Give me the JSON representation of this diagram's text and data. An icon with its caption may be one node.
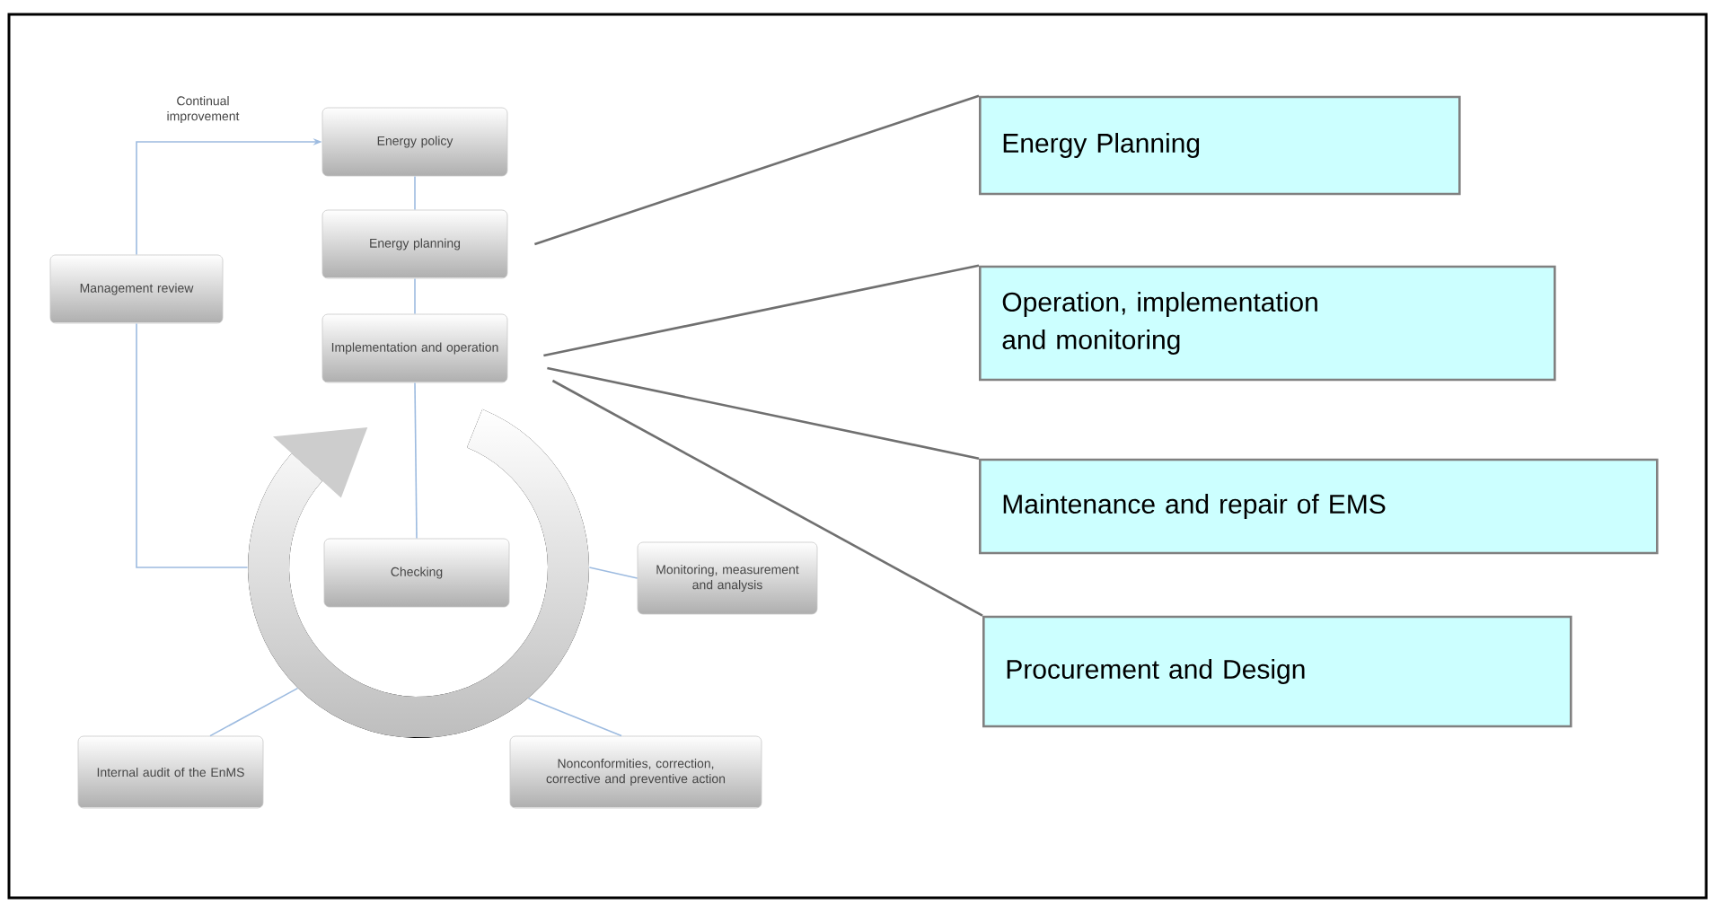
{
  "diagram": {
    "nodes": [
      {
        "text": [
          "Energy policy"
        ]
      },
      {
        "text": [
          "Energy planning"
        ]
      },
      {
        "text": [
          "Implementation and operation"
        ]
      },
      {
        "text": [
          "Management review"
        ]
      },
      {
        "text": [],
        "shape": "circle"
      },
      {
        "text": [
          "Checking"
        ],
        "in": 4
      },
      {
        "text": [
          "Monitoring, measurement and analysis"
        ]
      },
      {
        "text": [
          "Internal audit of the EnMS"
        ]
      },
      {
        "text": [
          "Nonconformities, correction, corrective and preventive action"
        ]
      },
      {
        "text": [
          "Energy Planning"
        ]
      },
      {
        "text": [
          "Operation, implementation and monitoring"
        ]
      },
      {
        "text": [
          "Maintenance and repair of EMS"
        ]
      },
      {
        "text": [
          "Procurement and Design"
        ]
      }
    ],
    "edges": [
      {
        "from": 3,
        "to": 0,
        "arrow": "to",
        "label": "Continual improvement"
      },
      {
        "from": 0,
        "to": 1,
        "arrow": "none"
      },
      {
        "from": 1,
        "to": 2,
        "arrow": "none"
      },
      {
        "from": 2,
        "to": 5,
        "arrow": "none"
      },
      {
        "from": 3,
        "to": 4,
        "arrow": "none"
      },
      {
        "from": 4,
        "to": 6,
        "arrow": "none"
      },
      {
        "from": 4,
        "to": 7,
        "arrow": "none"
      },
      {
        "from": 4,
        "to": 8,
        "arrow": "none"
      },
      {
        "from": 1,
        "to": 9,
        "arrow": "none",
        "color": "#707070"
      },
      {
        "from": 2,
        "to": 10,
        "arrow": "none",
        "color": "#707070"
      },
      {
        "from": 2,
        "to": 11,
        "arrow": "none",
        "color": "#707070"
      },
      {
        "from": 2,
        "to": 12,
        "arrow": "none",
        "color": "#707070"
      }
    ]
  }
}
